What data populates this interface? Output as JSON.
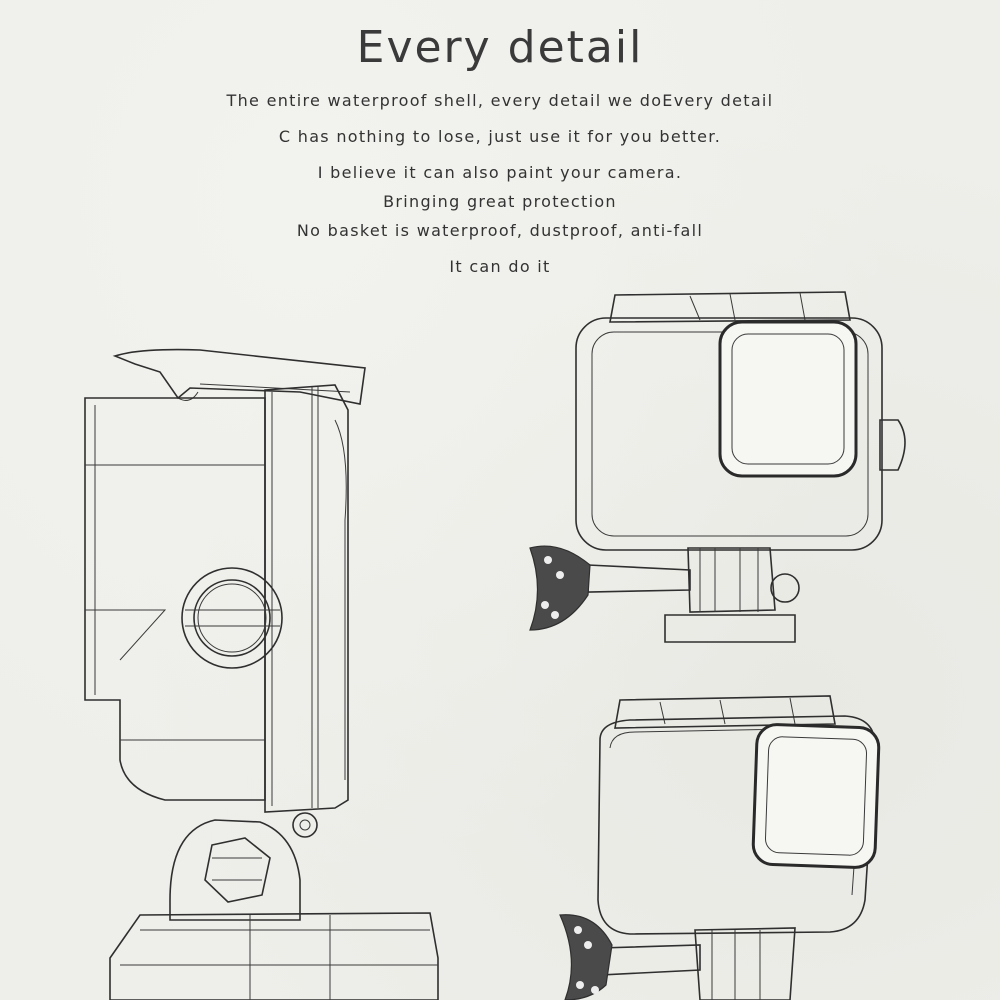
{
  "title": "Every detail",
  "lines": [
    "The entire waterproof shell, every detail we doEvery detail",
    "C has nothing to lose, just use it for you better.",
    "I believe it can also paint your camera.",
    "Bringing great protection",
    "No basket is waterproof, dustproof, anti-fall",
    "It can do it"
  ]
}
